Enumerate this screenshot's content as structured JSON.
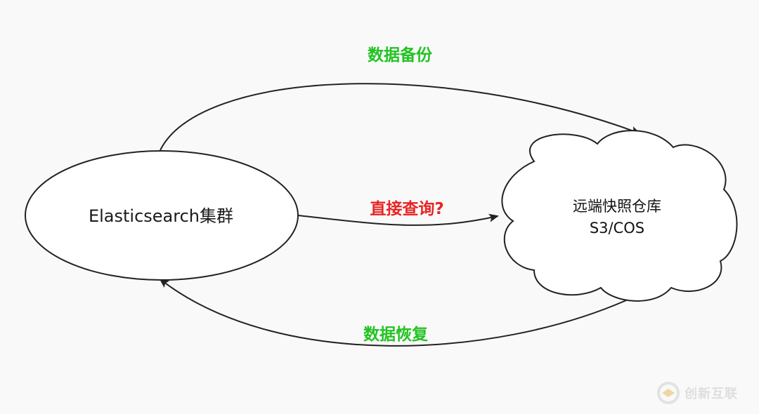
{
  "nodes": {
    "cluster": {
      "label": "Elasticsearch集群"
    },
    "repository": {
      "line1": "远端快照仓库",
      "line2": "S3/COS"
    }
  },
  "edges": {
    "backup": {
      "label": "数据备份",
      "color": "#22c322"
    },
    "direct_query": {
      "label": "直接查询?",
      "color": "#e82424"
    },
    "restore": {
      "label": "数据恢复",
      "color": "#22c322"
    }
  },
  "watermark": {
    "text": "创新互联",
    "icon": "brand-logo-icon"
  },
  "colors": {
    "background": "#f9f9f9",
    "stroke": "#222222",
    "node_fill": "#ffffff",
    "text": "#1a1a1a"
  }
}
